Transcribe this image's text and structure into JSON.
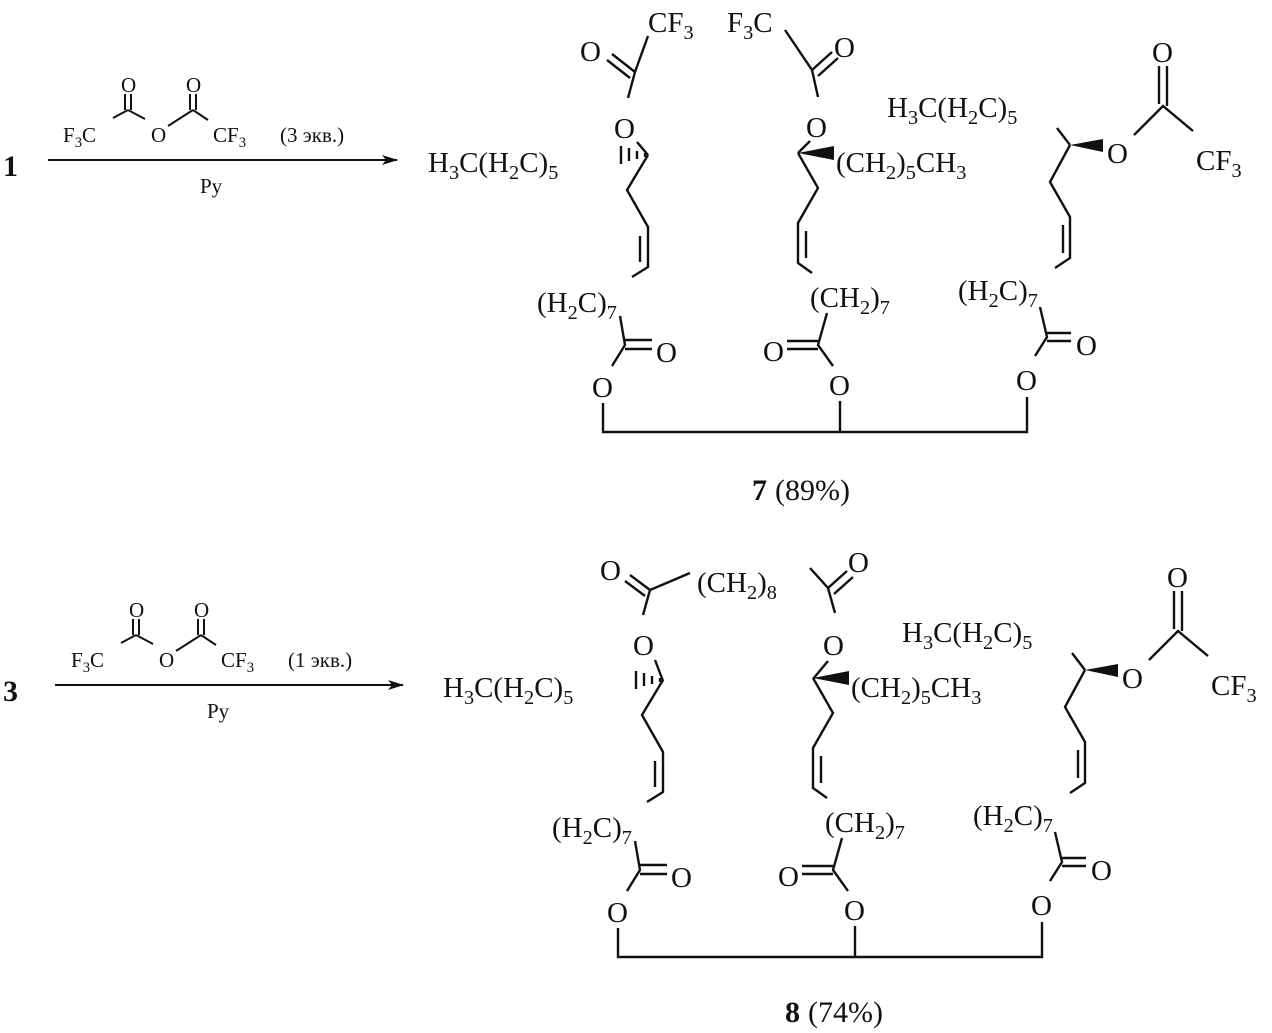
{
  "formulas": {
    "h3c_h2c5": [
      "H",
      "3",
      "C(H",
      "2",
      "C)",
      "5"
    ],
    "ch2_5ch3": [
      "(CH",
      "2",
      ")",
      "5",
      "CH",
      "3"
    ],
    "h2c_7": [
      "(H",
      "2",
      "C)",
      "7"
    ],
    "ch2_7": [
      "(CH",
      "2",
      ")",
      "7"
    ],
    "ch2_8": [
      "(CH",
      "2",
      ")",
      "8"
    ],
    "cf3": [
      "CF",
      "3"
    ],
    "f3c": [
      "F",
      "3",
      "C"
    ],
    "o": "O"
  },
  "scheme1": {
    "reactant": "1",
    "reagent_equiv": "(3 экв.)",
    "solvent": "Py",
    "product_number": "7",
    "product_yield": "(89%)"
  },
  "scheme2": {
    "reactant": "3",
    "reagent_equiv": "(1 экв.)",
    "solvent": "Py",
    "product_number": "8",
    "product_yield": "(74%)"
  }
}
